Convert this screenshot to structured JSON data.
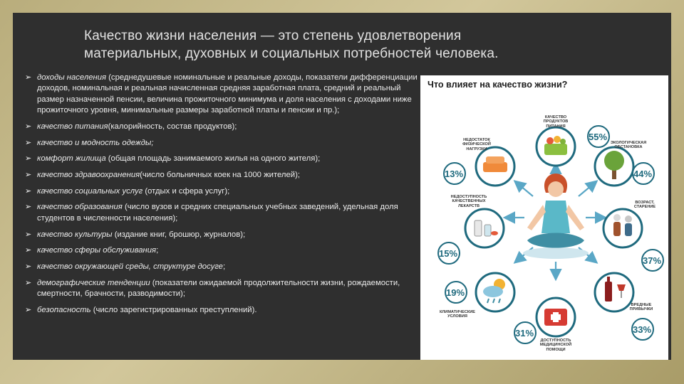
{
  "title_line1": "Качество жизни населения — это степень удовлетворения",
  "title_line2": "материальных, духовных и социальных потребностей человека.",
  "items": [
    {
      "term": "доходы населения",
      "rest": " (среднедушевые номинальные и реальные доходы, показатели дифференциации доходов, номинальная и реальная начисленная средняя заработная плата, средний и реальный размер назначенной пенсии, величина прожиточного минимума и доля населения с доходами ниже прожиточного уровня, минимальные размеры заработной платы и пенсии и пр.);"
    },
    {
      "term": "качество питания",
      "rest": "(калорийность, состав продуктов);"
    },
    {
      "term": "качество и модность одежды;",
      "rest": ""
    },
    {
      "term": "комфорт жилища",
      "rest": " (общая площадь занимаемого жилья на одного жителя);"
    },
    {
      "term": "качество здравоохранения",
      "rest": "(число больничных коек на 1000 жителей);"
    },
    {
      "term": "качество социальных услуг",
      "rest": " (отдых и сфера услуг);"
    },
    {
      "term": "качество образования",
      "rest": " (число вузов и средних специальных учебных заведений, удельная доля студентов в численности населения);"
    },
    {
      "term": "качество культуры",
      "rest": " (издание книг, брошюр, журналов);"
    },
    {
      "term": "качество сферы обслуживания",
      "rest": ";"
    },
    {
      "term": "качество окружающей среды, структуре досуге",
      "rest": ";"
    },
    {
      "term": "демографические тенденции",
      "rest": " (показатели ожидаемой продолжительности жизни, рождаемости, смертности, брачности, разводимости);"
    },
    {
      "term": "безопасность",
      "rest": " (число зарегистрированных преступлений)."
    }
  ],
  "infographic": {
    "title": "Что влияет на качество жизни?",
    "factors": {
      "nutrition": {
        "label": "качество продуктов питания",
        "percent": "55%"
      },
      "ecology": {
        "label": "экологическая обстановка",
        "percent": "44%"
      },
      "age": {
        "label": "возраст, старение",
        "percent": "37%"
      },
      "habits": {
        "label": "вредные привычки",
        "percent": "33%"
      },
      "medicine": {
        "label": "доступность медицинской помощи",
        "percent": "31%"
      },
      "climate": {
        "label": "климатические условия",
        "percent": "19%"
      },
      "drugs": {
        "label": "недоступность качественных лекарств",
        "percent": "15%"
      },
      "activity": {
        "label": "недостаток физической нагрузки",
        "percent": "13%"
      }
    },
    "colors": {
      "accent": "#1f6a7e",
      "ring": "#1f6a7e",
      "arrow": "#5aa7c6"
    }
  }
}
